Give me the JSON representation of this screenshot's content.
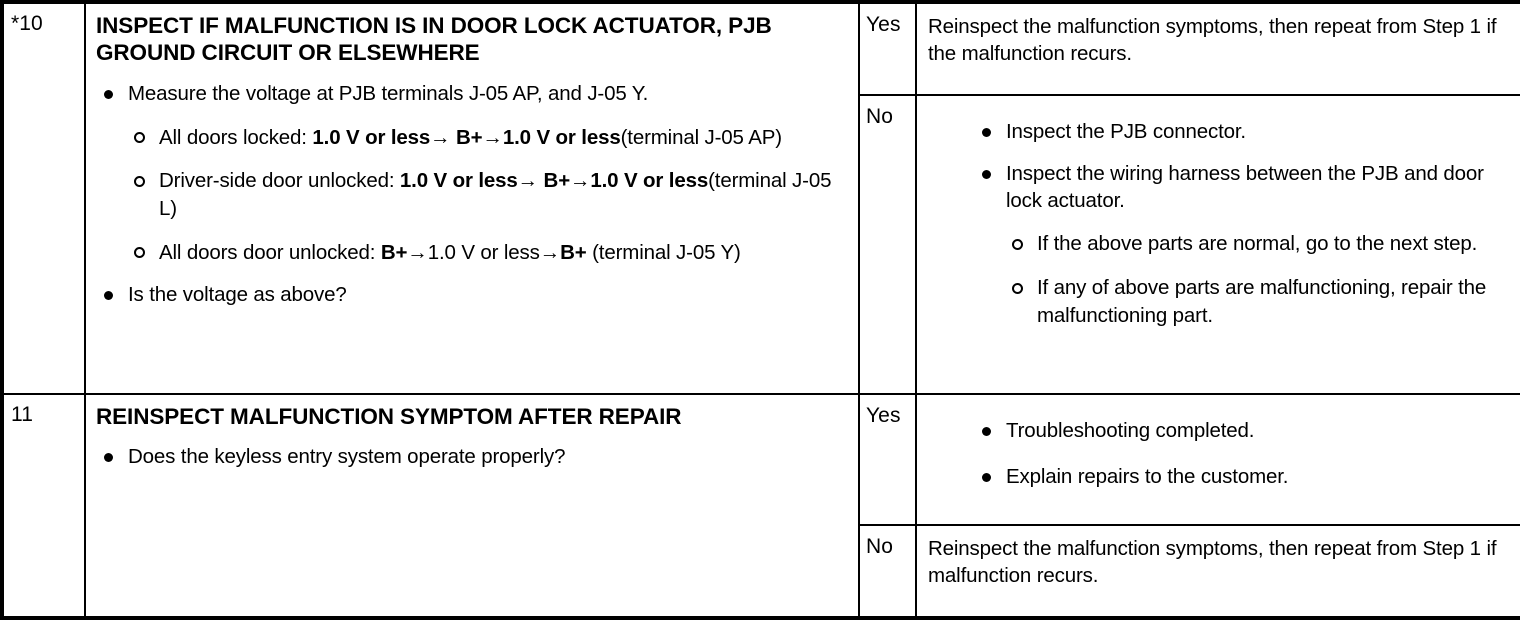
{
  "document": {
    "type": "diagnostic-troubleshooting-table",
    "columns": [
      "step",
      "inspection",
      "result",
      "action"
    ]
  },
  "rows": [
    {
      "step": "*10",
      "heading": "INSPECT IF MALFUNCTION IS IN DOOR LOCK ACTUATOR, PJB GROUND CIRCUIT OR ELSEWHERE",
      "bullets": [
        {
          "text": "Measure the voltage at PJB terminals J-05 AP, and J-05 Y.",
          "sub": [
            {
              "parts": [
                {
                  "t": "All doors locked: ",
                  "b": false
                },
                {
                  "t": "1.0 V or less",
                  "b": true
                },
                {
                  "t": "→",
                  "b": true
                },
                {
                  "t": " B+",
                  "b": true
                },
                {
                  "t": "→",
                  "b": true
                },
                {
                  "t": "1.0 V or less",
                  "b": true
                },
                {
                  "t": "(terminal J-05 AP)",
                  "b": false
                }
              ]
            },
            {
              "parts": [
                {
                  "t": "Driver-side door unlocked: ",
                  "b": false
                },
                {
                  "t": "1.0 V or less",
                  "b": true
                },
                {
                  "t": "→",
                  "b": true
                },
                {
                  "t": " B+",
                  "b": true
                },
                {
                  "t": "→",
                  "b": true
                },
                {
                  "t": "1.0 V or less",
                  "b": true
                },
                {
                  "t": "(terminal J-05 L)",
                  "b": false
                }
              ]
            },
            {
              "parts": [
                {
                  "t": "All doors door unlocked: ",
                  "b": false
                },
                {
                  "t": "B+",
                  "b": true
                },
                {
                  "t": "→",
                  "b": true
                },
                {
                  "t": "1.0 V or less",
                  "b": false
                },
                {
                  "t": "→",
                  "b": true
                },
                {
                  "t": "B+",
                  "b": true
                },
                {
                  "t": " (terminal J-05 Y)",
                  "b": false
                }
              ]
            }
          ]
        },
        {
          "text": "Is the voltage as above?",
          "sub": []
        }
      ],
      "results": [
        {
          "label": "Yes",
          "paragraph": "Reinspect the malfunction symptoms, then repeat from Step 1 if the malfunction recurs.",
          "bullets": []
        },
        {
          "label": "No",
          "paragraph": "",
          "bullets": [
            {
              "text": "Inspect the PJB connector.",
              "sub": []
            },
            {
              "text": "Inspect the wiring harness between the PJB and door lock actuator.",
              "sub": [
                "If the above parts are normal, go to the next step.",
                "If any of above parts are malfunctioning, repair the malfunctioning part."
              ]
            }
          ]
        }
      ]
    },
    {
      "step": "11",
      "heading": "REINSPECT MALFUNCTION SYMPTOM AFTER REPAIR",
      "bullets": [
        {
          "text": "Does the keyless entry system operate properly?",
          "sub": []
        }
      ],
      "results": [
        {
          "label": "Yes",
          "paragraph": "",
          "bullets": [
            {
              "text": "Troubleshooting completed.",
              "sub": []
            },
            {
              "text": "Explain repairs to the customer.",
              "sub": []
            }
          ]
        },
        {
          "label": "No",
          "paragraph": "Reinspect the malfunction symptoms, then repeat from Step 1 if malfunction recurs.",
          "bullets": []
        }
      ]
    }
  ]
}
